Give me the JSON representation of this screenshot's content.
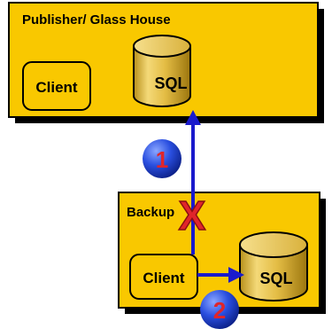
{
  "publisher": {
    "title": "Publisher/ Glass House",
    "client_label": "Client",
    "sql_label": "SQL"
  },
  "backup": {
    "title": "Backup",
    "client_label": "Client",
    "sql_label": "SQL"
  },
  "markers": {
    "step1": "1",
    "step2": "2",
    "failure": "X"
  },
  "colors": {
    "box_fill": "#f9c800",
    "cylinder_fill": "#e8c24a",
    "arrow": "#1a1acc",
    "marker_fill": "#1f3fd0",
    "marker_text": "#e0252a",
    "failure_x": "#e0252a"
  }
}
